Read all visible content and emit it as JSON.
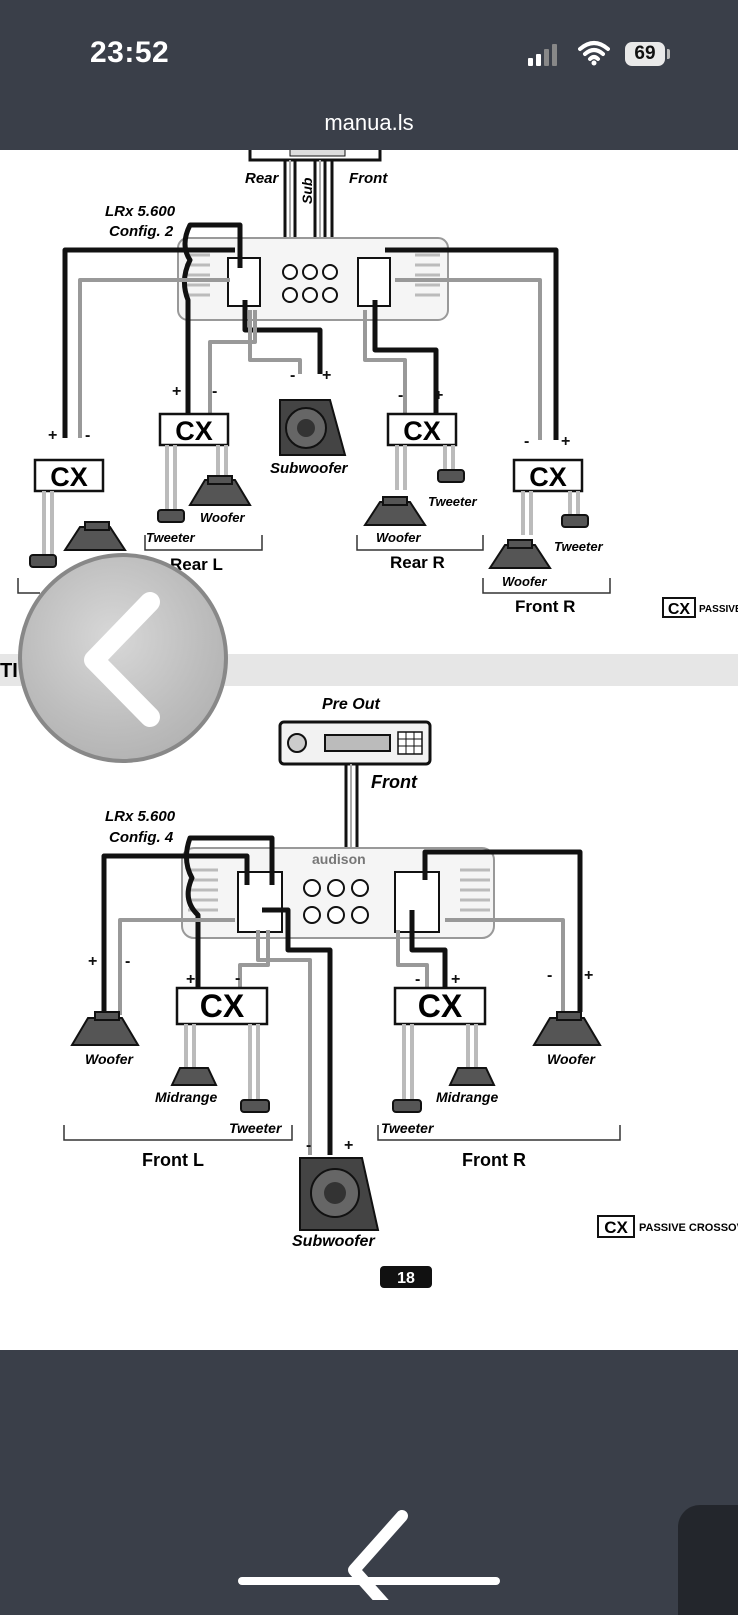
{
  "status_bar": {
    "time": "23:52",
    "battery": "69"
  },
  "browser": {
    "url": "manua.ls"
  },
  "diagram1": {
    "rear": "Rear",
    "sub": "Sub",
    "front": "Front",
    "model": "LRx 5.600",
    "config": "Config. 2",
    "cx": "CX",
    "plus": "+",
    "minus": "-",
    "subwoofer": "Subwoofer",
    "woofer": "Woofer",
    "tweeter": "Tweeter",
    "rear_l": "Rear L",
    "rear_r": "Rear R",
    "front_r": "Front R",
    "legend": "PASSIVE"
  },
  "section_band": {
    "text": "TI"
  },
  "diagram2": {
    "pre_out": "Pre Out",
    "front": "Front",
    "model": "LRx 5.600",
    "config": "Config. 4",
    "brand": "audison",
    "cx": "CX",
    "plus": "+",
    "minus": "-",
    "woofer": "Woofer",
    "midrange": "Midrange",
    "tweeter": "Tweeter",
    "front_l": "Front L",
    "front_r": "Front R",
    "subwoofer": "Subwoofer",
    "legend": "PASSIVE CROSSOV",
    "page_number": "18"
  },
  "icons": {
    "back": "chevron-left-icon",
    "signal": "signal-icon",
    "wifi": "wifi-icon",
    "battery": "battery-icon"
  }
}
